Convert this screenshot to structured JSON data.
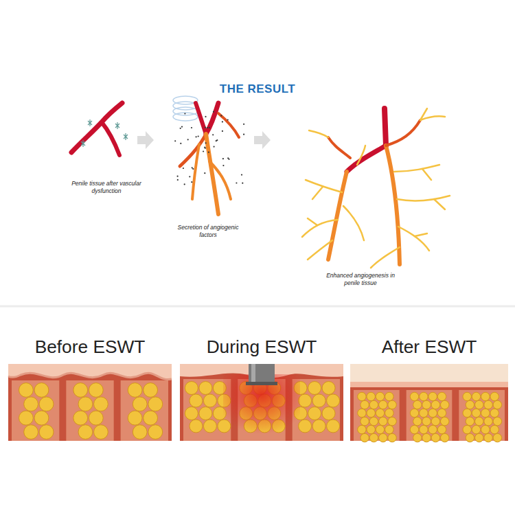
{
  "diagram": {
    "title": "THE RESULT",
    "nodes": [
      {
        "text": [
          "Before ESWT"
        ]
      },
      {
        "text": [
          "During ESWT"
        ]
      },
      {
        "text": [
          "After ESWT"
        ]
      }
    ],
    "labels": [
      "Penile tissue after vascular dysfunction",
      "Secretion of angiogenic factors",
      "Enhanced angiogenesis in penile tissue"
    ]
  }
}
